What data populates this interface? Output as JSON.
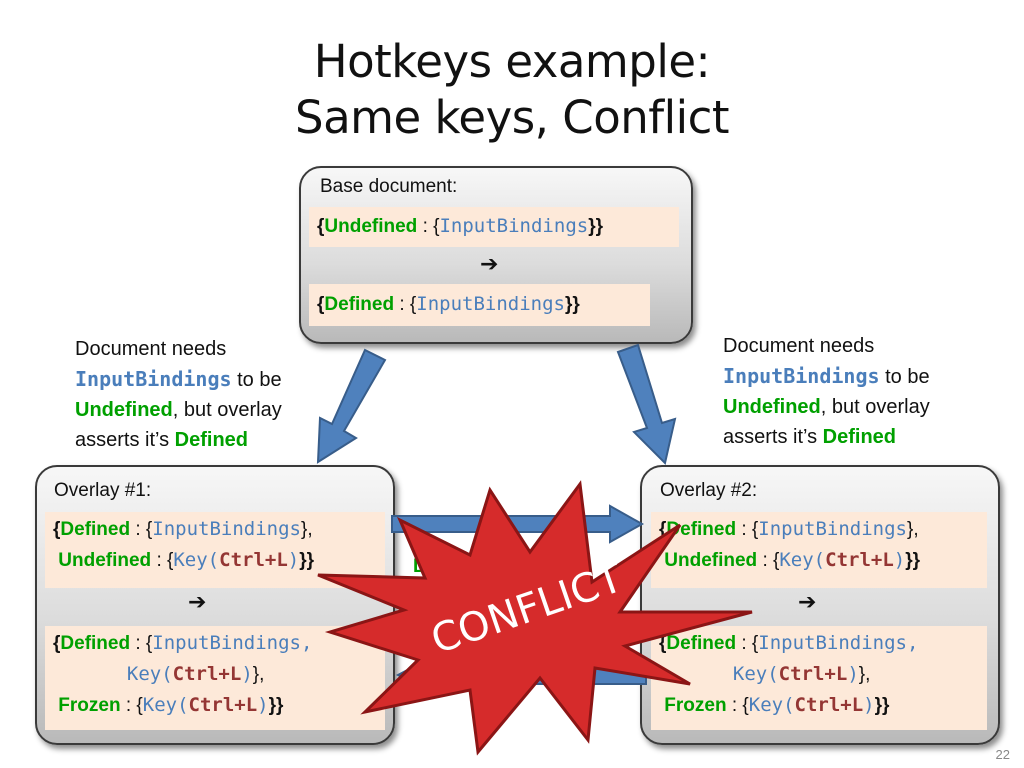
{
  "title": {
    "line1": "Hotkeys example:",
    "line2": "Same keys, Conflict"
  },
  "base": {
    "label": "Base document:",
    "from": {
      "open": "{",
      "state": "Undefined",
      "sep": " : {",
      "binding": "InputBindings",
      "close": "}}"
    },
    "arrow": "➔",
    "to": {
      "open": "{",
      "state": "Defined",
      "sep": " : {",
      "binding": "InputBindings",
      "close": "}}"
    }
  },
  "note_left": {
    "line1": "Document needs",
    "binding": "InputBindings",
    "to_be": " to be",
    "undefined": "Undefined",
    "but": ", but overlay",
    "asserts": "asserts it’s ",
    "defined": "Defined"
  },
  "note_right": {
    "line1": "Document needs",
    "binding": "InputBindings",
    "to_be": " to be",
    "undefined": "Undefined",
    "but": ", but overlay",
    "asserts": "asserts it’s ",
    "defined": "Defined"
  },
  "overlay1": {
    "label": "Overlay #1:",
    "arrow": "➔",
    "from": {
      "l1_open": "{",
      "l1_state": "Defined",
      "l1_sep": " : {",
      "l1_binding": "InputBindings",
      "l1_close": "},",
      "l2_state": "Undefined",
      "l2_sep": " : {",
      "l2_key": "Key(",
      "l2_ctrl": "Ctrl+L",
      "l2_paren": ")",
      "l2_close": "}}"
    },
    "to": {
      "l1_open": "{",
      "l1_state": "Defined",
      "l1_sep": " : {",
      "l1_binding": "InputBindings,",
      "l2_key": "Key(",
      "l2_ctrl": "Ctrl+L",
      "l2_paren": ")",
      "l2_close": "},",
      "l3_state": "Frozen",
      "l3_sep": " : {",
      "l3_key": "Key(",
      "l3_ctrl": "Ctrl+L",
      "l3_paren": ")",
      "l3_close": "}}"
    }
  },
  "overlay2": {
    "label": "Overlay #2:",
    "arrow": "➔",
    "from": {
      "l1_open": "{",
      "l1_state": "Defined",
      "l1_sep": " : {",
      "l1_binding": "InputBindings",
      "l1_close": "},",
      "l2_state": "Undefined",
      "l2_sep": " : {",
      "l2_key": "Key(",
      "l2_ctrl": "Ctrl+L",
      "l2_paren": ")",
      "l2_close": "}}"
    },
    "to": {
      "l1_open": "{",
      "l1_state": "Defined",
      "l1_sep": " : {",
      "l1_binding": "InputBindings,",
      "l2_key": "Key(",
      "l2_ctrl": "Ctrl+L",
      "l2_paren": ")",
      "l2_close": "},",
      "l3_state": "Frozen",
      "l3_sep": " : {",
      "l3_key": "Key(",
      "l3_ctrl": "Ctrl+L",
      "l3_paren": ")",
      "l3_close": "}}"
    }
  },
  "middle_label": "Defi",
  "conflict": {
    "text": "CONFLICT",
    "fill": "#d62b2b",
    "stroke": "#8b1515"
  },
  "colors": {
    "arrow_fill": "#4f81bd",
    "arrow_stroke": "#385d8a",
    "state_green": "#00a000",
    "mono_blue": "#4a7ebb",
    "mono_red": "#943634",
    "panel_bg": "#fde9d9"
  },
  "page_number": "22"
}
